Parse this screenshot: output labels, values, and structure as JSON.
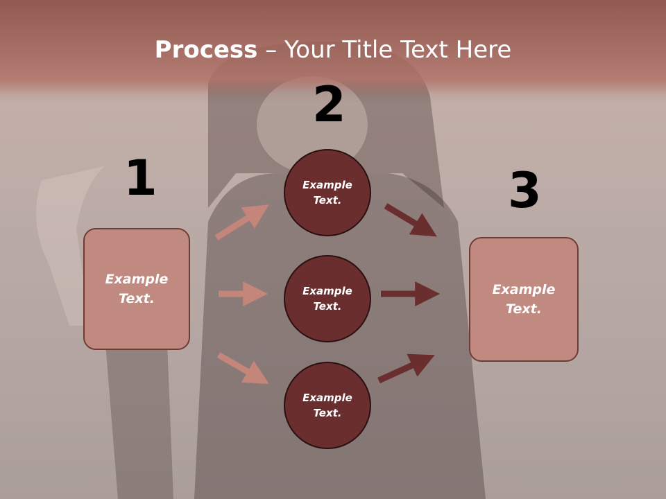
{
  "title": {
    "bold": "Process",
    "dash": " – ",
    "rest": "Your Title Text Here"
  },
  "steps": {
    "one": "1",
    "two": "2",
    "three": "3"
  },
  "left_box": {
    "text": "Example\nText."
  },
  "circles": [
    {
      "text": "Example Text."
    },
    {
      "text": "Example Text."
    },
    {
      "text": "Example Text."
    }
  ],
  "right_box": {
    "text": "Example Text."
  },
  "colors": {
    "box_fill": "#c08a80",
    "circle_fill": "#6b2e2e",
    "arrow_light": "#c4857a",
    "arrow_dark": "#6b2e2e",
    "band": "#b07a70"
  }
}
